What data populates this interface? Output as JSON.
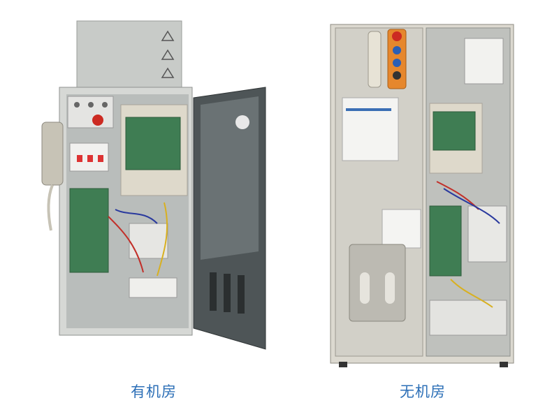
{
  "captions": {
    "left": "有机房",
    "right": "无机房"
  },
  "colors": {
    "caption": "#2c6fb7",
    "cabinet_grey": "#c9ccc9",
    "door_dark": "#4e5557",
    "panel_beige": "#ded9cb",
    "pcb_green": "#3f7d53",
    "emergency_red": "#cc2a22",
    "button_orange": "#e6872d"
  },
  "images": {
    "left": {
      "icon": "elevator-control-cabinet-with-machine-room"
    },
    "right": {
      "icon": "elevator-control-cabinet-machine-room-less"
    }
  }
}
